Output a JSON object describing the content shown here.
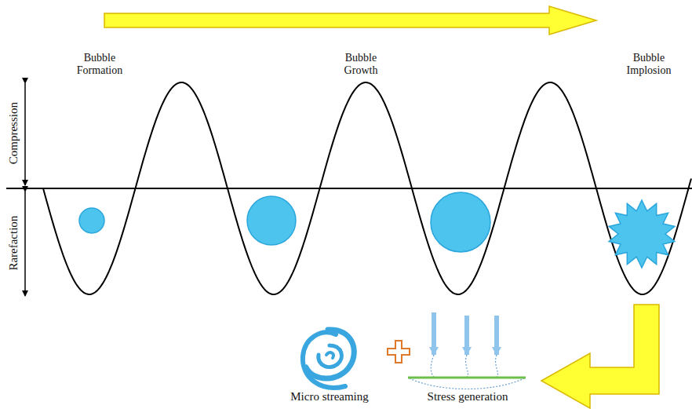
{
  "diagram": {
    "labels": [
      "Bubble Formation",
      "Bubble Growth",
      "Bubble Implosion",
      "Compression",
      "Rarefaction",
      "Micro streaming",
      "Stress generation"
    ]
  }
}
